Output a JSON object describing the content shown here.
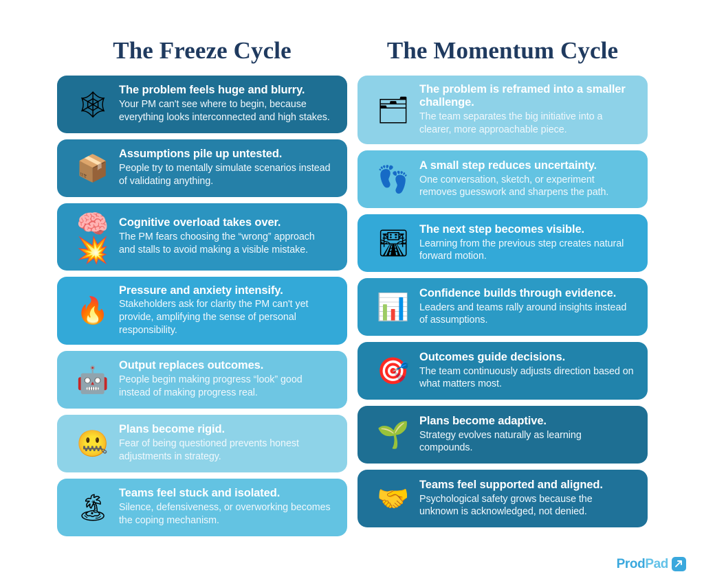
{
  "columns": [
    {
      "title": "The Freeze Cycle",
      "cards": [
        {
          "icon": "spider-web",
          "glyph": "🕸",
          "bg": "#1e6f93",
          "heading": "The problem feels huge and blurry.",
          "desc": "Your PM can't see where to begin, because everything looks interconnected and high stakes."
        },
        {
          "icon": "packages",
          "glyph": "📦",
          "bg": "#2580a8",
          "heading": "Assumptions pile up untested.",
          "desc": "People try to mentally simulate scenarios instead of validating anything."
        },
        {
          "icon": "brain-explosion",
          "glyph": "🧠💥",
          "bg": "#2b94c0",
          "heading": "Cognitive overload takes over.",
          "desc": "The PM fears choosing the “wrong” approach and stalls to avoid making a visible mistake."
        },
        {
          "icon": "fire",
          "glyph": "🔥",
          "bg": "#33a9d8",
          "heading": "Pressure and anxiety intensify.",
          "desc": "Stakeholders ask for clarity the PM can't yet provide, amplifying the sense of personal responsibility."
        },
        {
          "icon": "robot",
          "glyph": "🤖",
          "bg": "#6ec6e3",
          "heading": "Output replaces outcomes.",
          "desc": "People begin making progress “look” good instead of making progress real."
        },
        {
          "icon": "zipper-mouth-face",
          "glyph": "🤐",
          "bg": "#8ed3e8",
          "heading": "Plans become rigid.",
          "desc": "Fear of being questioned prevents honest adjustments in strategy."
        },
        {
          "icon": "desert-island",
          "glyph": "🏝",
          "bg": "#63c3e2",
          "heading": "Teams feel stuck and isolated.",
          "desc": "Silence, defensiveness, or overworking becomes the coping mechanism."
        }
      ]
    },
    {
      "title": "The Momentum Cycle",
      "cards": [
        {
          "icon": "card-index-dividers",
          "glyph": "🗂",
          "bg": "#8ed2e8",
          "heading": "The problem is reframed into a smaller challenge.",
          "desc": "The team separates the big initiative into a clearer, more approachable piece."
        },
        {
          "icon": "footprints",
          "glyph": "👣",
          "bg": "#63c3e2",
          "heading": "A small step reduces uncertainty.",
          "desc": "One conversation, sketch, or experiment removes guesswork and sharpens the path."
        },
        {
          "icon": "motorway",
          "glyph": "🛣",
          "bg": "#33a9d8",
          "heading": "The next step becomes visible.",
          "desc": "Learning from the previous step creates natural forward motion."
        },
        {
          "icon": "bar-chart",
          "glyph": "📊",
          "bg": "#2b9ac5",
          "heading": "Confidence builds through evidence.",
          "desc": "Leaders and teams rally around insights instead of assumptions."
        },
        {
          "icon": "dart-target",
          "glyph": "🎯",
          "bg": "#2183ab",
          "heading": "Outcomes guide decisions.",
          "desc": "The team continuously adjusts direction based on what matters most."
        },
        {
          "icon": "seedling",
          "glyph": "🌱",
          "bg": "#1e6f93",
          "heading": "Plans become adaptive.",
          "desc": "Strategy evolves naturally as learning compounds."
        },
        {
          "icon": "handshake",
          "glyph": "🤝",
          "bg": "#1f7299",
          "heading": "Teams feel supported and aligned.",
          "desc": "Psychological safety grows because the unknown is acknowledged, not denied."
        }
      ]
    }
  ],
  "logo": {
    "prod": "Prod",
    "pad": "Pad"
  },
  "colors": {
    "background": "#ffffff",
    "title": "#1f3a5f",
    "heading_text": "#ffffff",
    "body_text": "#f0f8fc",
    "brand_primary": "#3aa8dd",
    "brand_secondary": "#63c2e8"
  }
}
